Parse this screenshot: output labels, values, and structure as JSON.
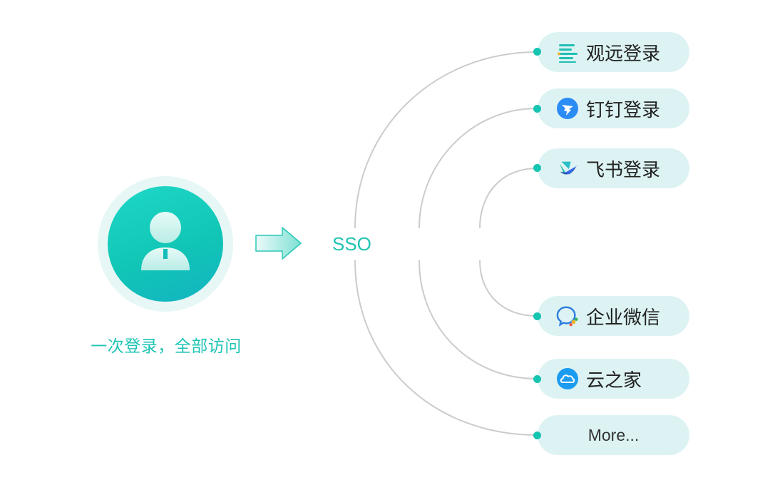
{
  "user": {
    "caption": "一次登录，全部访问"
  },
  "hub": {
    "label": "SSO"
  },
  "providers": [
    {
      "label": "观远登录",
      "icon": "guanyuan-lines-icon"
    },
    {
      "label": "钉钉登录",
      "icon": "dingtalk-icon"
    },
    {
      "label": "飞书登录",
      "icon": "feishu-icon"
    },
    {
      "label": "企业微信",
      "icon": "wecom-icon"
    },
    {
      "label": "云之家",
      "icon": "yunzhijia-cloud-icon"
    },
    {
      "label": "More..."
    }
  ],
  "colors": {
    "accent": "#1ec4b4",
    "pill_bg": "#ddf3f3",
    "connector": "#cccccc"
  }
}
